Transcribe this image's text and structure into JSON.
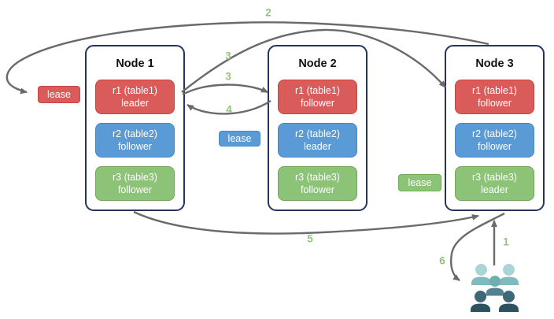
{
  "nodes": [
    {
      "title": "Node 1",
      "replicas": [
        {
          "name": "r1 (table1)",
          "role": "leader",
          "color": "red"
        },
        {
          "name": "r2 (table2)",
          "role": "follower",
          "color": "blue"
        },
        {
          "name": "r3 (table3)",
          "role": "follower",
          "color": "green"
        }
      ]
    },
    {
      "title": "Node 2",
      "replicas": [
        {
          "name": "r1 (table1)",
          "role": "follower",
          "color": "red"
        },
        {
          "name": "r2 (table2)",
          "role": "leader",
          "color": "blue"
        },
        {
          "name": "r3 (table3)",
          "role": "follower",
          "color": "green"
        }
      ]
    },
    {
      "title": "Node 3",
      "replicas": [
        {
          "name": "r1 (table1)",
          "role": "follower",
          "color": "red"
        },
        {
          "name": "r2 (table2)",
          "role": "follower",
          "color": "blue"
        },
        {
          "name": "r3 (table3)",
          "role": "leader",
          "color": "green"
        }
      ]
    }
  ],
  "leases": {
    "red": {
      "label": "lease"
    },
    "blue": {
      "label": "lease"
    },
    "green": {
      "label": "lease"
    }
  },
  "steps": {
    "s1": "1",
    "s2": "2",
    "s3a": "3",
    "s3b": "3",
    "s4": "4",
    "s5": "5",
    "s6": "6"
  },
  "icons": {
    "users": "users-group-icon"
  },
  "colors": {
    "replica_red": "#D95C5A",
    "replica_red_border": "#C74440",
    "replica_blue": "#5B9BD5",
    "replica_blue_border": "#4A86C5",
    "replica_green": "#8CC377",
    "replica_green_border": "#6FA857",
    "node_border": "#26345B",
    "arrow": "#6A6A6A",
    "step_label": "#93C47D",
    "users_light_head": "#A9D5D7",
    "users_light_body": "#7FBBBE",
    "users_mid_head": "#6FAFB2",
    "users_mid_body": "#54808F",
    "users_dark_head": "#3E6878",
    "users_dark_body": "#2E515F"
  }
}
